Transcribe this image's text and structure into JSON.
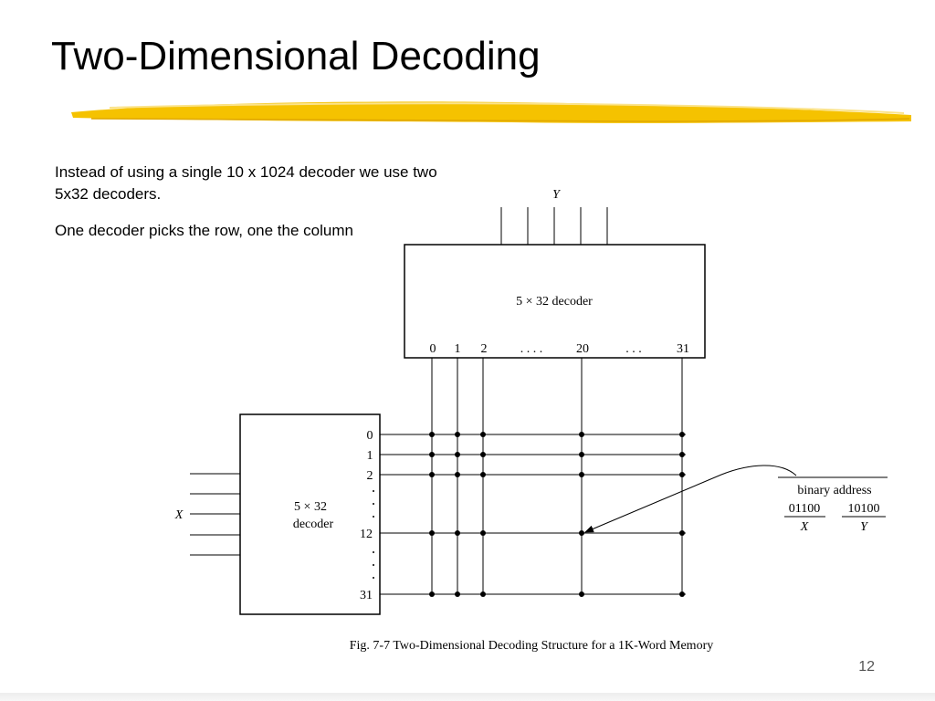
{
  "slide": {
    "title": "Two-Dimensional Decoding",
    "text": [
      "Instead of using a single 10 x 1024 decoder we use two 5x32 decoders.",
      "One decoder picks the row, one the column"
    ],
    "page_number": "12",
    "accent_color": "#f5c200"
  },
  "figure": {
    "y_input_label": "Y",
    "x_input_label": "X",
    "column_decoder_label": "5 × 32 decoder",
    "row_decoder_label_line1": "5 × 32",
    "row_decoder_label_line2": "decoder",
    "column_outputs": [
      "0",
      "1",
      "2",
      ". . . .",
      "20",
      ". . .",
      "31"
    ],
    "row_outputs": [
      "0",
      "1",
      "2",
      "12",
      "31"
    ],
    "binary_address": {
      "title": "binary address",
      "x_bits": "01100",
      "y_bits": "10100",
      "x_label": "X",
      "y_label": "Y"
    },
    "caption": "Fig. 7-7  Two-Dimensional Decoding Structure for a 1K-Word Memory"
  }
}
